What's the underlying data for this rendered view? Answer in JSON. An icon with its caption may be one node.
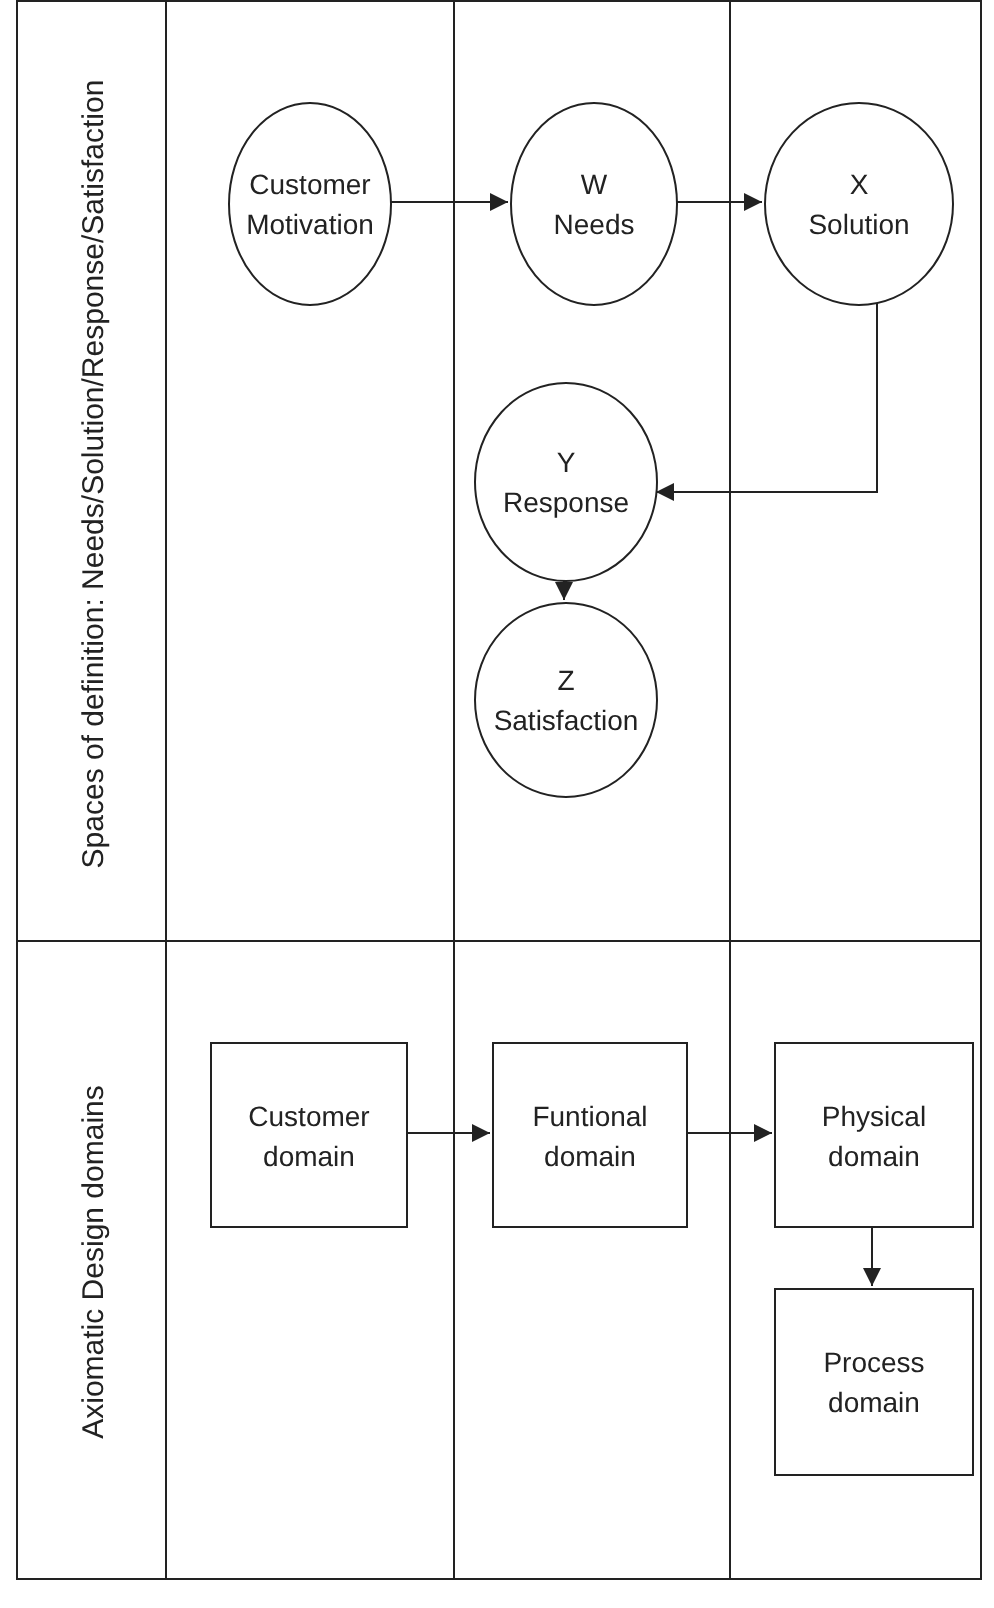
{
  "diagram": {
    "nodes": [
      {
        "text": [
          "Spaces of definition: Needs/Solution/Response/Satisfaction"
        ]
      },
      {
        "text": [
          "Customer Motivation"
        ],
        "in": 0
      },
      {
        "text": [
          "W Needs"
        ],
        "in": 0
      },
      {
        "text": [
          "X Solution"
        ],
        "in": 0
      },
      {
        "text": [
          "Y Response"
        ],
        "in": 0
      },
      {
        "text": [
          "Z Satisfaction"
        ],
        "in": 0
      },
      {
        "text": [
          "Axiomatic Design domains"
        ]
      },
      {
        "text": [
          "Customer domain"
        ],
        "in": 6
      },
      {
        "text": [
          "Funtional domain"
        ],
        "in": 6
      },
      {
        "text": [
          "Physical domain"
        ],
        "in": 6
      },
      {
        "text": [
          "Process domain"
        ],
        "in": 6
      }
    ],
    "edges": [
      {
        "from": 1,
        "to": 2,
        "arrow": "to"
      },
      {
        "from": 2,
        "to": 3,
        "arrow": "to"
      },
      {
        "from": 3,
        "to": 4,
        "arrow": "to"
      },
      {
        "from": 4,
        "to": 5,
        "arrow": "to"
      },
      {
        "from": 7,
        "to": 8,
        "arrow": "to"
      },
      {
        "from": 8,
        "to": 9,
        "arrow": "to"
      },
      {
        "from": 9,
        "to": 10,
        "arrow": "to"
      }
    ]
  }
}
